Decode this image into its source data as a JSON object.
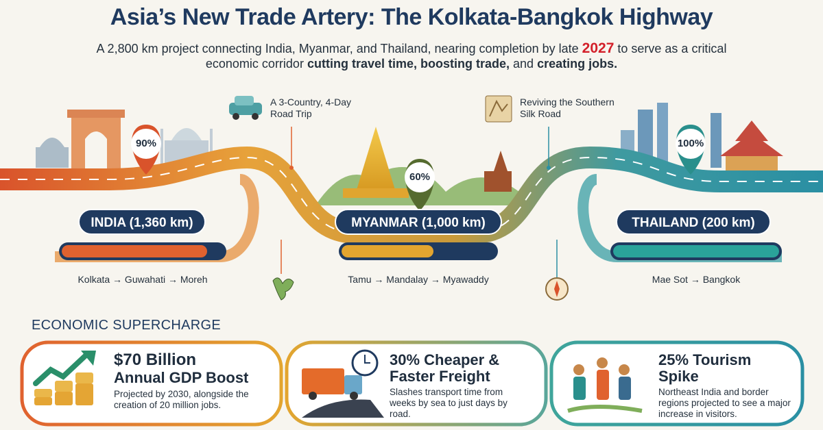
{
  "header": {
    "title": "Asia’s New Trade Artery: The Kolkata-Bangkok Highway",
    "subtitle_pre": "A 2,800 km project connecting India, Myanmar, and Thailand, nearing completion by late",
    "subtitle_year": "2027",
    "subtitle_mid": "to serve as a critical economic corridor",
    "subtitle_bold1": "cutting travel time, boosting trade,",
    "subtitle_and": "and",
    "subtitle_bold2": "creating jobs."
  },
  "callouts": {
    "road_trip": "A 3-Country, 4-Day Road Trip",
    "silk_road": "Reviving the Southern Silk Road"
  },
  "segments": [
    {
      "country": "INDIA (1,360 km)",
      "progress_label": "90%",
      "progress": 0.9,
      "route": "Kolkata → Guwahati → Moreh",
      "color": "#e0622f"
    },
    {
      "country": "MYANMAR (1,000 km)",
      "progress_label": "60%",
      "progress": 0.6,
      "route": "Tamu → Mandalay → Myawaddy",
      "color": "#e3a52f"
    },
    {
      "country": "THAILAND (200 km)",
      "progress_label": "100%",
      "progress": 1.0,
      "route": "Mae Sot → Bangkok",
      "color": "#2aa39a"
    }
  ],
  "section_title": "ECONOMIC SUPERCHARGE",
  "cards": [
    {
      "title_line1": "$70 Billion",
      "title_line2": "Annual GDP Boost",
      "body": "Projected by 2030, alongside the creation of 20 million jobs.",
      "accent": "#e0622f",
      "icon": "growth-chart-icon"
    },
    {
      "title_line1": "30% Cheaper &",
      "title_line2": "Faster Freight",
      "body": "Slashes transport time from weeks by sea to just days by road.",
      "accent": "#e3a52f",
      "icon": "truck-clock-icon"
    },
    {
      "title_line1": "25% Tourism",
      "title_line2": "Spike",
      "body": "Northeast India and border regions projected to see a major increase in visitors.",
      "accent": "#2aa39a",
      "icon": "travelers-icon"
    }
  ]
}
